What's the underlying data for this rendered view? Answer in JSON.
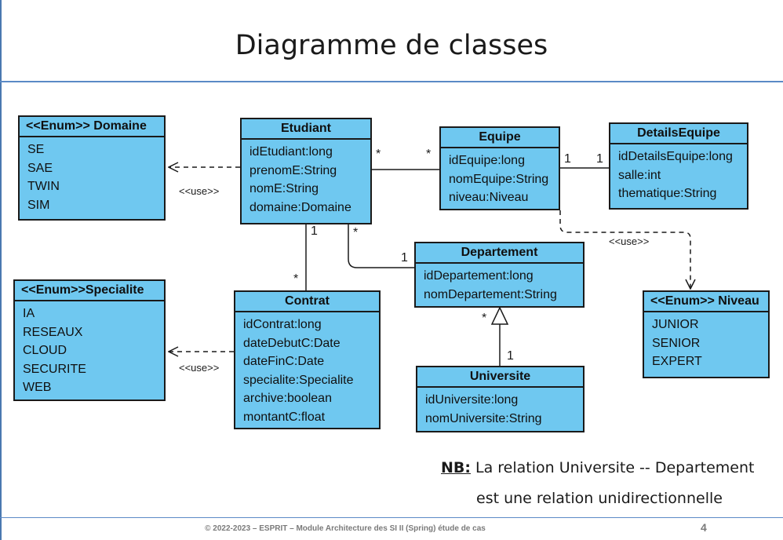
{
  "slide": {
    "title": "Diagramme de classes",
    "footer": "© 2022-2023 – ESPRIT – Module Architecture des SI II (Spring) étude de cas",
    "page_number": "4",
    "note_label": "NB:",
    "note_line1": " La relation Universite -- Departement",
    "note_line2": "est une relation unidirectionnelle"
  },
  "classes": {
    "domaine": {
      "name": "<<Enum>> Domaine",
      "items": [
        "SE",
        "SAE",
        "TWIN",
        "SIM"
      ]
    },
    "etudiant": {
      "name": "Etudiant",
      "items": [
        "idEtudiant:long",
        "prenomE:String",
        "nomE:String",
        "domaine:Domaine"
      ]
    },
    "equipe": {
      "name": "Equipe",
      "items": [
        "idEquipe:long",
        "nomEquipe:String",
        "niveau:Niveau"
      ]
    },
    "details_equipe": {
      "name": "DetailsEquipe",
      "items": [
        "idDetailsEquipe:long",
        "salle:int",
        "thematique:String"
      ]
    },
    "specialite": {
      "name": "<<Enum>>Specialite",
      "items": [
        "IA",
        "RESEAUX",
        "CLOUD",
        "SECURITE",
        "WEB"
      ]
    },
    "contrat": {
      "name": "Contrat",
      "items": [
        "idContrat:long",
        "dateDebutC:Date",
        "dateFinC:Date",
        "specialite:Specialite",
        "archive:boolean",
        "montantC:float"
      ]
    },
    "departement": {
      "name": "Departement",
      "items": [
        "idDepartement:long",
        "nomDepartement:String"
      ]
    },
    "universite": {
      "name": "Universite",
      "items": [
        "idUniversite:long",
        "nomUniversite:String"
      ]
    },
    "niveau": {
      "name": "<<Enum>> Niveau",
      "items": [
        "JUNIOR",
        "SENIOR",
        "EXPERT"
      ]
    }
  },
  "relations": {
    "use_label": "<<use>>",
    "etudiant_equipe": {
      "from": "*",
      "to": "*"
    },
    "equipe_details": {
      "from": "1",
      "to": "1"
    },
    "etudiant_contrat": {
      "from": "1",
      "to": "*"
    },
    "etudiant_departement": {
      "from": "*",
      "to": "1"
    },
    "universite_departement": {
      "from": "1",
      "to": "*"
    }
  }
}
